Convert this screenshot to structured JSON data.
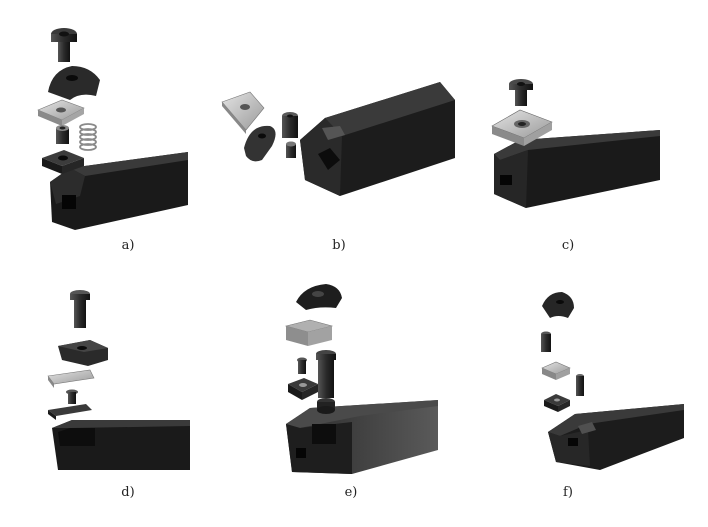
{
  "panels": [
    {
      "id": "a",
      "label": "a)"
    },
    {
      "id": "b",
      "label": "b)"
    },
    {
      "id": "c",
      "label": "c)"
    },
    {
      "id": "d",
      "label": "d)"
    },
    {
      "id": "e",
      "label": "e)"
    },
    {
      "id": "f",
      "label": "f)"
    }
  ],
  "colors": {
    "holder_dark": "#1c1c1c",
    "holder_mid": "#2e2e2e",
    "holder_light": "#3c3c3c",
    "insert_silver": "#c9c9c9",
    "insert_edge": "#8a8a8a",
    "part_grey": "#555555",
    "spring": "#777777"
  }
}
